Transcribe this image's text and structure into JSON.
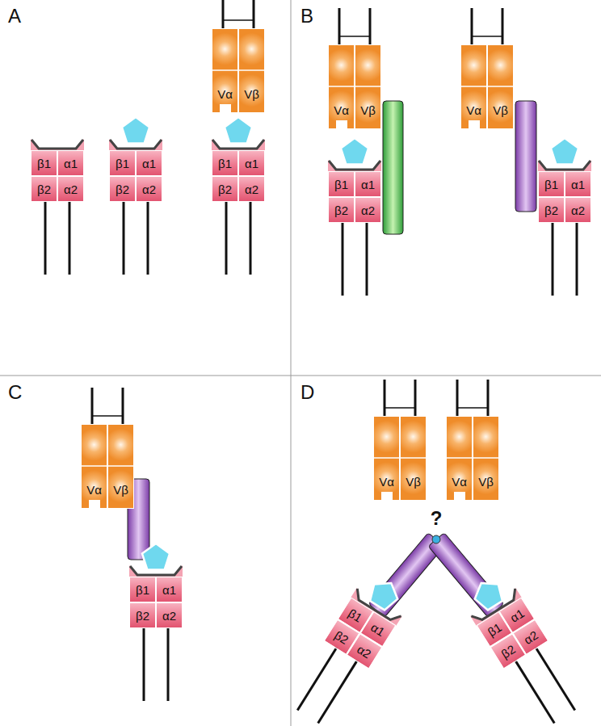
{
  "diagram": {
    "nodes": [
      {
        "text": [
          "β1"
        ]
      },
      {
        "text": [
          "α1"
        ]
      },
      {
        "text": [
          "β2"
        ]
      },
      {
        "text": [
          "α2"
        ]
      },
      {
        "text": [
          "β1"
        ]
      },
      {
        "text": [
          "α1"
        ]
      },
      {
        "text": [
          "β2"
        ]
      },
      {
        "text": [
          "α2"
        ]
      },
      {
        "text": [
          "Vα"
        ]
      },
      {
        "text": [
          "Vβ"
        ]
      },
      {
        "text": [
          "β1"
        ]
      },
      {
        "text": [
          "α1"
        ]
      },
      {
        "text": [
          "β2"
        ]
      },
      {
        "text": [
          "α2"
        ]
      },
      {
        "text": [
          "Vα"
        ]
      },
      {
        "text": [
          "Vβ"
        ]
      },
      {
        "text": [
          "β1"
        ]
      },
      {
        "text": [
          "α1"
        ]
      },
      {
        "text": [
          "β2"
        ]
      },
      {
        "text": [
          "α2"
        ]
      },
      {
        "text": [
          "Vα"
        ]
      },
      {
        "text": [
          "Vβ"
        ]
      },
      {
        "text": [
          "β1"
        ]
      },
      {
        "text": [
          "α1"
        ]
      },
      {
        "text": [
          "β2"
        ]
      },
      {
        "text": [
          "α2"
        ]
      },
      {
        "text": [
          "Vα"
        ]
      },
      {
        "text": [
          "Vβ"
        ]
      },
      {
        "text": [
          "β1"
        ]
      },
      {
        "text": [
          "α1"
        ]
      },
      {
        "text": [
          "β2"
        ]
      },
      {
        "text": [
          "α2"
        ]
      },
      {
        "text": [
          "Vα"
        ]
      },
      {
        "text": [
          "Vβ"
        ]
      },
      {
        "text": [
          "Vα"
        ]
      },
      {
        "text": [
          "Vβ"
        ]
      },
      {
        "text": [
          "β1"
        ]
      },
      {
        "text": [
          "α1"
        ]
      },
      {
        "text": [
          "β2"
        ]
      },
      {
        "text": [
          "α2"
        ]
      },
      {
        "text": [
          "β1"
        ]
      },
      {
        "text": [
          "α1"
        ]
      },
      {
        "text": [
          "β2"
        ]
      },
      {
        "text": [
          "α2"
        ]
      }
    ],
    "labels": [
      "A",
      "B",
      "C",
      "D",
      "?"
    ]
  }
}
